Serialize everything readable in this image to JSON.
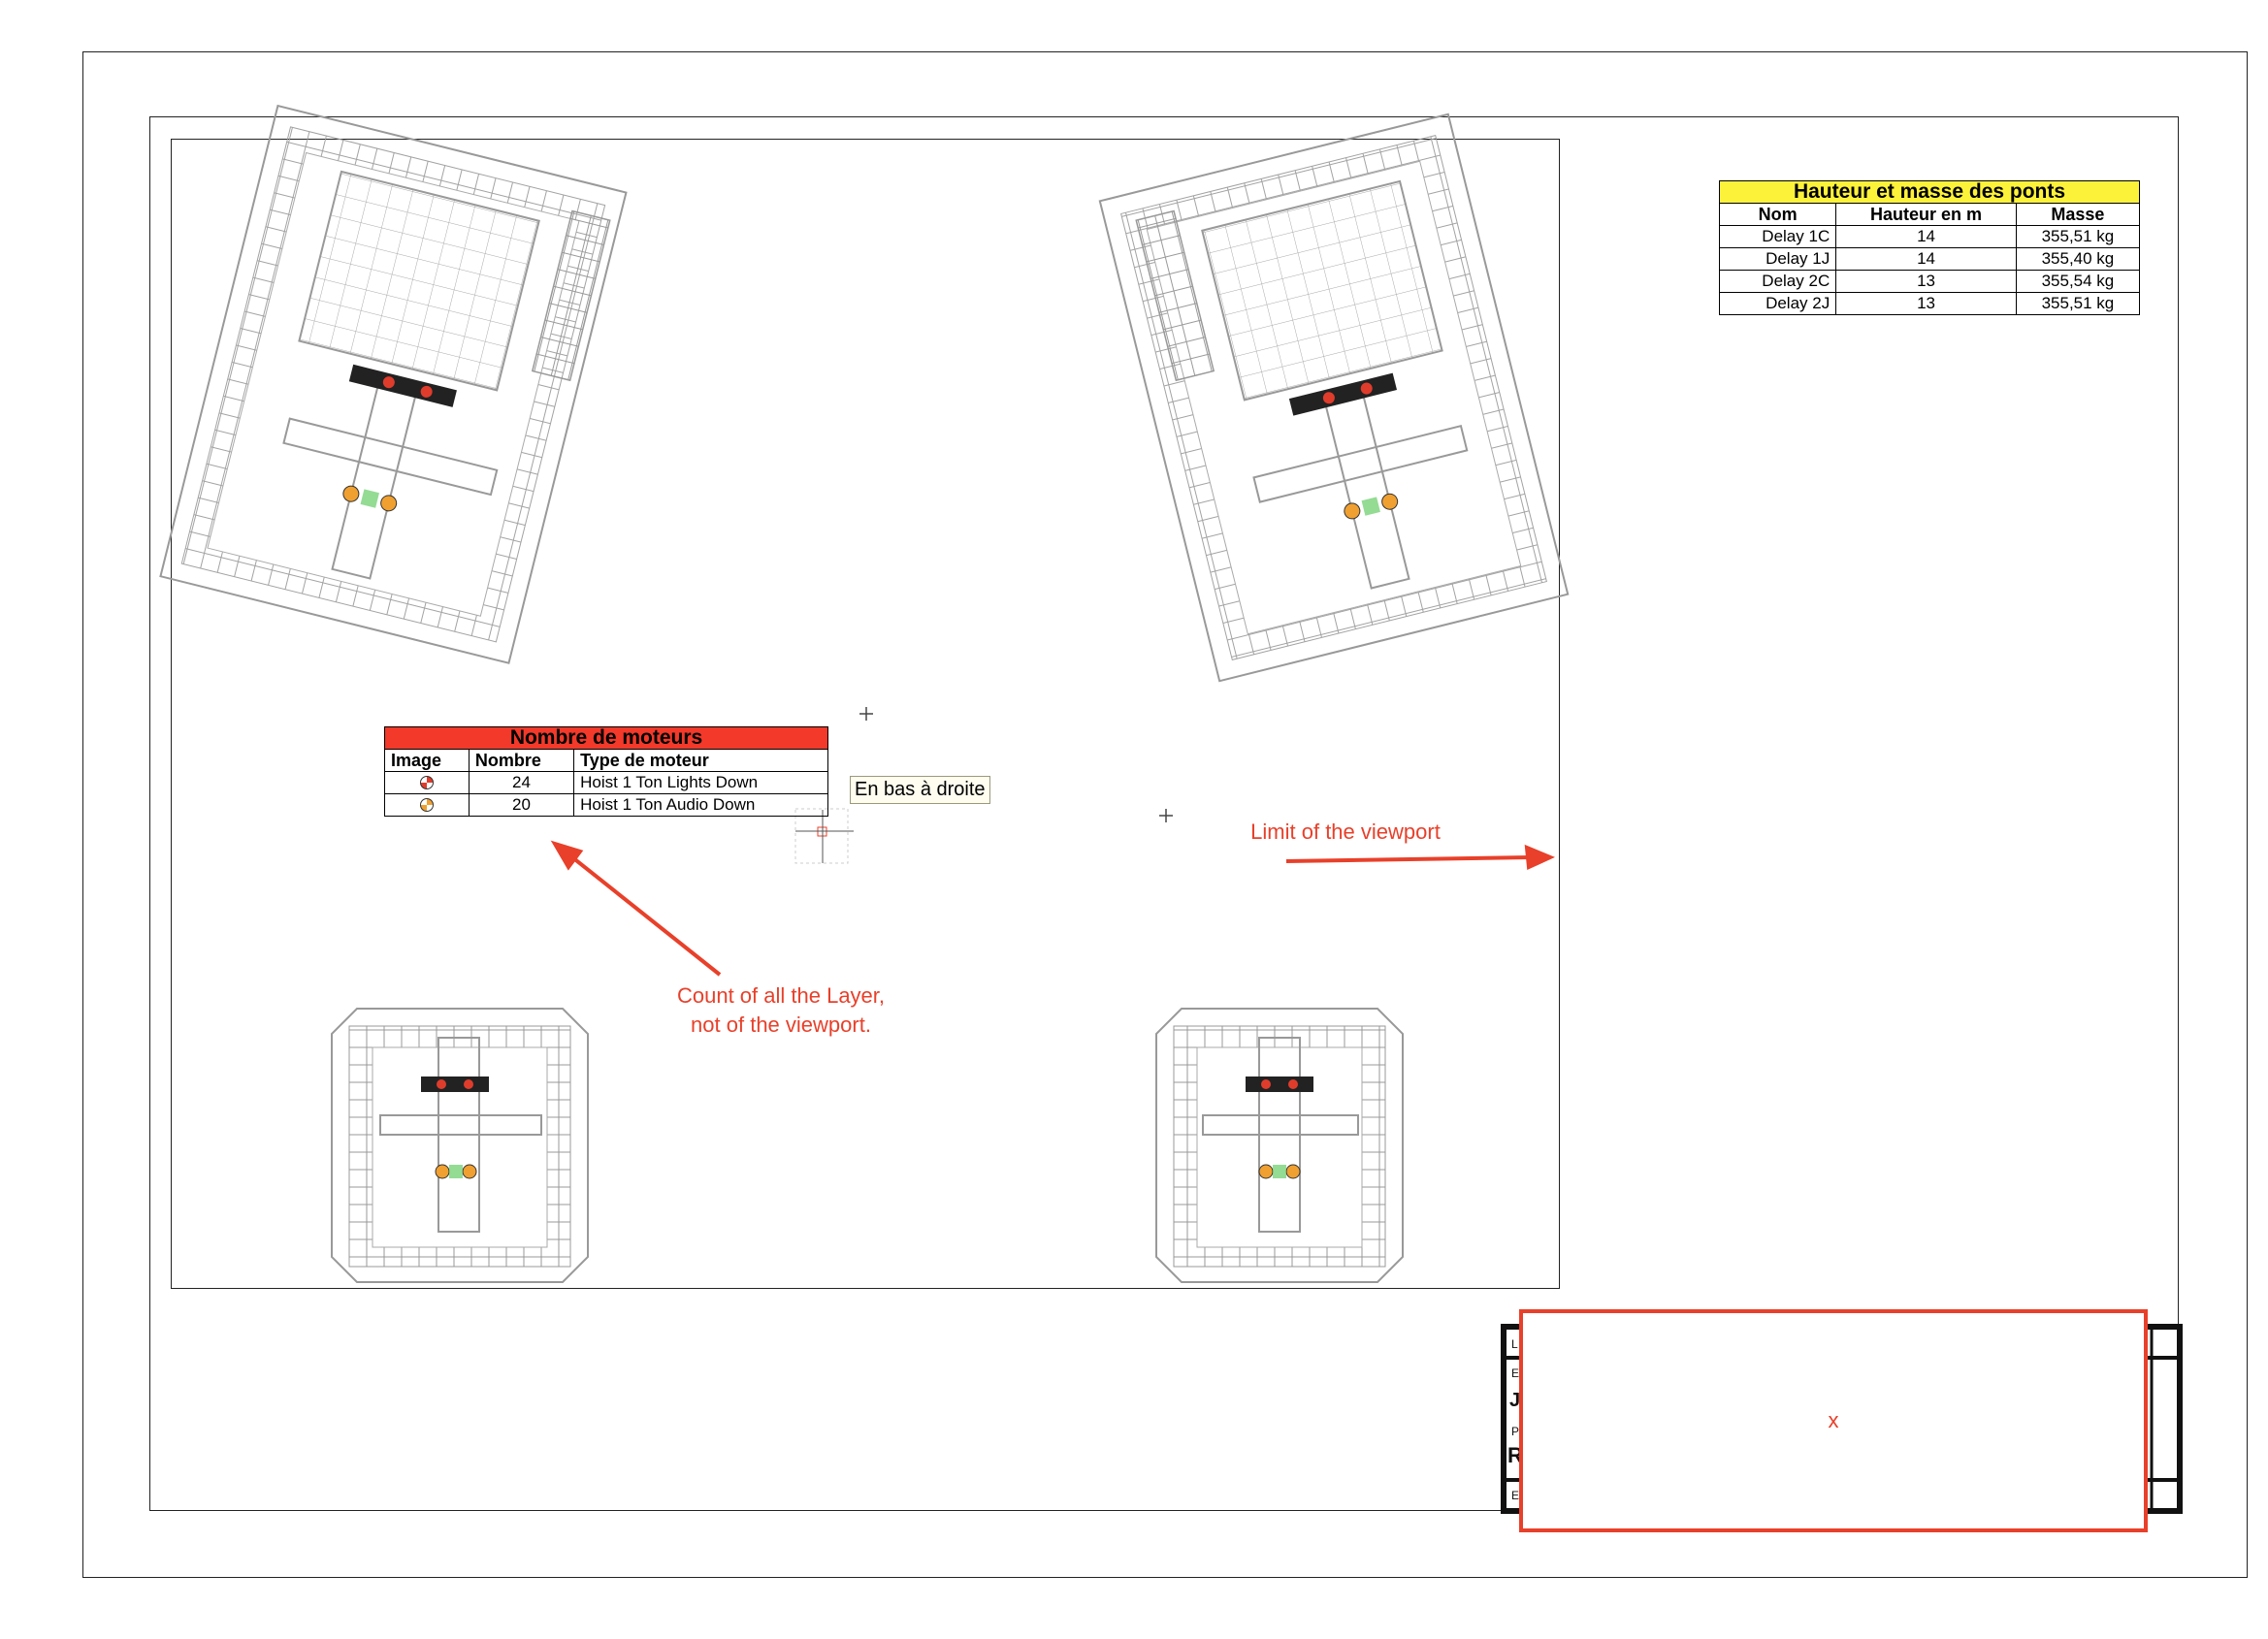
{
  "mass_table": {
    "title": "Hauteur et masse des ponts",
    "headers": [
      "Nom",
      "Hauteur en m",
      "Masse"
    ],
    "rows": [
      [
        "Delay 1C",
        "14",
        "355,51 kg"
      ],
      [
        "Delay 1J",
        "14",
        "355,40 kg"
      ],
      [
        "Delay 2C",
        "13",
        "355,54 kg"
      ],
      [
        "Delay 2J",
        "13",
        "355,51 kg"
      ]
    ]
  },
  "motor_table": {
    "title": "Nombre de moteurs",
    "headers": [
      "Image",
      "Nombre",
      "Type de moteur"
    ],
    "rows": [
      {
        "count": "24",
        "type": "Hoist 1 Ton Lights Down",
        "icon": "hoist-lights-icon",
        "color": "#e03c2c"
      },
      {
        "count": "20",
        "type": "Hoist 1 Ton Audio Down",
        "icon": "hoist-audio-icon",
        "color": "#f0a030"
      }
    ]
  },
  "tooltip": "En bas à droite",
  "annotations": {
    "viewport_limit": "Limit of the viewport",
    "count_note_line1": "Count of all the Layer,",
    "count_note_line2": "not of the viewport."
  },
  "title_block_redaction": "x",
  "colors": {
    "accent_red": "#e8402a",
    "mass_header": "#fdf23a",
    "motor_header": "#f2392a"
  }
}
